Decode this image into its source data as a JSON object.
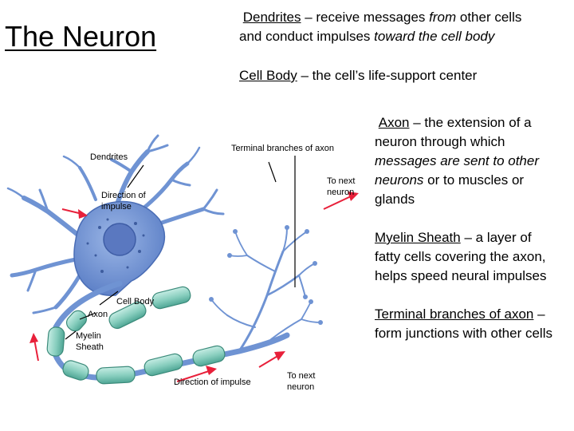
{
  "title": "The Neuron",
  "definitions": {
    "dendrites": {
      "term": "Dendrites",
      "sep": " – receive messages ",
      "em1": "from",
      "mid": " other cells",
      "line2a": "and conduct impulses ",
      "em2": "toward the cell body"
    },
    "cell_body": {
      "term": "Cell Body",
      "desc": " – the cell’s life-support center"
    },
    "axon": {
      "term": "Axon",
      "l1": " – the extension of a",
      "l2": "neuron through which",
      "l3": "messages are sent to other",
      "l4a": "neurons",
      "l4b": " or to muscles or",
      "l5": "glands"
    },
    "myelin": {
      "term": "Myelin Sheath",
      "l1": " – a layer of",
      "l2": "fatty cells covering the axon,",
      "l3": "helps speed neural impulses"
    },
    "terminal": {
      "term": "Terminal branches of axon",
      "l1": " –",
      "l2": "form junctions with other cells"
    }
  },
  "diagram_labels": {
    "terminal_branches": "Terminal branches of axon",
    "dendrites": "Dendrites",
    "direction_impulse_1": "Direction of",
    "direction_impulse_2": "impulse",
    "to_next_neuron_1a": "To next",
    "to_next_neuron_1b": "neuron",
    "cell_body": "Cell Body",
    "axon": "Axon",
    "myelin_1": "Myelin",
    "myelin_2": "Sheath",
    "to_next_neuron_2a": "To next",
    "to_next_neuron_2b": "neuron",
    "direction_impulse_bottom": "Direction of impulse"
  },
  "colors": {
    "neuron_fill": "#6f93d3",
    "myelin_fill": "#8fd0c2",
    "arrow": "#e8203a"
  }
}
